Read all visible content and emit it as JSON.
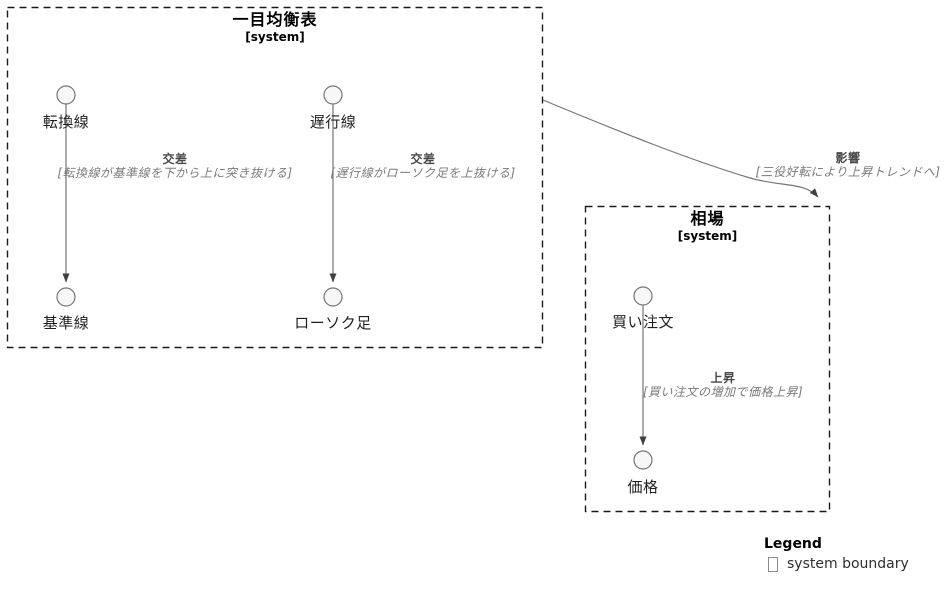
{
  "diagram": {
    "boundaries": [
      {
        "id": "ichimoku",
        "title": "一目均衡表",
        "subtitle": "[system]"
      },
      {
        "id": "souba",
        "title": "相場",
        "subtitle": "[system]"
      }
    ],
    "nodes": [
      {
        "id": "tenkansen",
        "label": "転換線"
      },
      {
        "id": "chikousen",
        "label": "遅行線"
      },
      {
        "id": "kijunsen",
        "label": "基準線"
      },
      {
        "id": "candlestick",
        "label": "ローソク足"
      },
      {
        "id": "buy-order",
        "label": "買い注文"
      },
      {
        "id": "price",
        "label": "価格"
      }
    ],
    "edges": [
      {
        "from": "転換線",
        "to": "基準線",
        "name": "交差",
        "condition": "[転換線が基準線を下から上に突き抜ける]"
      },
      {
        "from": "遅行線",
        "to": "ローソク足",
        "name": "交差",
        "condition": "[遅行線がローソク足を上抜ける]"
      },
      {
        "from": "一目均衡表",
        "to": "相場",
        "name": "影響",
        "condition": "[三役好転により上昇トレンドへ]"
      },
      {
        "from": "買い注文",
        "to": "価格",
        "name": "上昇",
        "condition": "[買い注文の増加で価格上昇]"
      }
    ],
    "legend": {
      "title": "Legend",
      "items": [
        {
          "symbol": "dashed-box",
          "label": "system boundary"
        }
      ]
    },
    "colors": {
      "boundary_border": "#1a1a1a",
      "node_fill": "#f7f7f7",
      "node_stroke": "#757575",
      "edge_line": "#757575",
      "arrowhead": "#404040",
      "edge_name_text": "#4a4a4a",
      "edge_condition_text": "#7a7a7a",
      "title_text": "#000000",
      "node_label_text": "#1f1f1f"
    }
  }
}
